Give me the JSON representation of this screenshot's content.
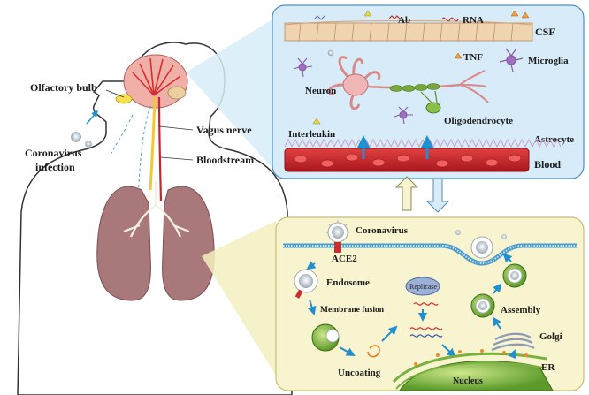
{
  "body_labels": {
    "olfactory_bulb": "Olfactory bulb",
    "vagus_nerve": "Vagus nerve",
    "bloodstream": "Bloodstream",
    "coronavirus_infection_line1": "Coronavirus",
    "coronavirus_infection_line2": "infection"
  },
  "brain_panel": {
    "ab": "Ab",
    "rna": "RNA",
    "csf": "CSF",
    "tnf": "TNF",
    "microglia": "Microglia",
    "neuron": "Neuron",
    "oligodendrocyte": "Oligodendrocyte",
    "interleukin": "Interleukin",
    "astrocyte": "Astrocyte",
    "blood": "Blood"
  },
  "cell_panel": {
    "coronavirus": "Coronavirus",
    "ace2": "ACE2",
    "endosome": "Endosome",
    "membrane_fusion": "Membrane fusion",
    "replicase": "Replicase",
    "uncoating": "Uncoating",
    "assembly": "Assembly",
    "golgi": "Golgi",
    "er": "ER",
    "nucleus": "Nucleus"
  },
  "colors": {
    "brain_panel_bg": "#d7ecf8",
    "cell_panel_bg": "#f7f4cf",
    "blood": "#c8242a",
    "arrow": "#1e8fd0",
    "lung": "#a8787a"
  }
}
